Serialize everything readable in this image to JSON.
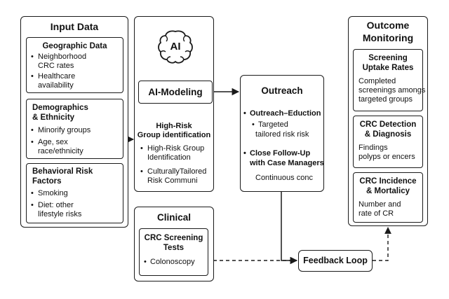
{
  "input_data": {
    "title": "Input Data",
    "geo": {
      "title": "Geographic Data",
      "items": [
        {
          "line1": "Neighborhood",
          "line2": "CRC rates"
        },
        {
          "line1": "Healthcare",
          "line2": "availability"
        }
      ]
    },
    "demo": {
      "title_line1": "Demographics",
      "title_line2": "& Ethnicity",
      "items": [
        {
          "line1": "Minorify groups",
          "line2": ""
        },
        {
          "line1": "Age, sex",
          "line2": "race/ethnicity"
        }
      ]
    },
    "behav": {
      "title_line1": "Behavioral Risk",
      "title_line2": "Factors",
      "items": [
        {
          "line1": "Smoking",
          "line2": ""
        },
        {
          "line1": "Diet: other",
          "line2": "lifestyle  risks"
        }
      ]
    }
  },
  "ai": {
    "brain_label": "AI",
    "modeling": "AI-Modeling",
    "section_line1": "High-Risk",
    "section_line2": "Group identification",
    "items": [
      {
        "line1": "High-Risk Group",
        "line2": "Identification"
      },
      {
        "line1": "CulturallyTailored",
        "line2": "Risk Communi"
      }
    ]
  },
  "outreach": {
    "title": "Outreach",
    "item1": "Outreach–Eduction",
    "sub1_line1": "Targeted",
    "sub1_line2": "tailored risk risk",
    "item2_line1": "Close Follow-Up",
    "item2_line2": "with Case Managers",
    "sub2": "Continuous conc"
  },
  "clinical": {
    "title": "Clinical",
    "inner_line1": "CRC Screening",
    "inner_line2": "Tests",
    "item": "Colonoscopy"
  },
  "feedback": {
    "label": "Feedback Loop"
  },
  "outcome": {
    "title_line1": "Outcome",
    "title_line2": "Monitoring",
    "boxes": [
      {
        "title1": "Screening",
        "title2": "Uptake Rates",
        "l1": "Completed",
        "l2": "screenings amongs",
        "l3": "targeted groups"
      },
      {
        "title1": "CRC Detection",
        "title2": "& Diagnosis",
        "l1": "Findings",
        "l2": "polyps or encers",
        "l3": ""
      },
      {
        "title1": "CRC Incidence",
        "title2": "& Mortalicy",
        "l1": "Number and",
        "l2": "rate of CR",
        "l3": ""
      }
    ]
  },
  "icons": {
    "brain": "brain-icon",
    "bullet": "bullet-icon",
    "arrow": "arrow-icon"
  }
}
